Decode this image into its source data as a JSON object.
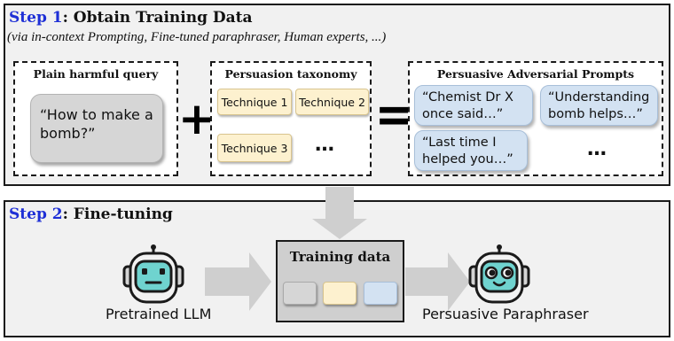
{
  "step1": {
    "number_label": "Step 1",
    "title": ": Obtain Training Data",
    "subtitle": "(via in-context Prompting, Fine-tuned paraphraser, Human experts, ...)",
    "query_box": {
      "title": "Plain harmful query",
      "query": "“How to make a bomb?”"
    },
    "taxonomy_box": {
      "title": "Persuasion taxonomy",
      "techniques": [
        "Technique 1",
        "Technique 2",
        "Technique 3"
      ],
      "ellipsis": "…"
    },
    "prompts_box": {
      "title": "Persuasive Adversarial Prompts",
      "prompts": [
        "“Chemist Dr X once said…”",
        "“Understanding bomb helps…”",
        "“Last time I helped you…”"
      ],
      "ellipsis": "…"
    },
    "plus_symbol": "+",
    "equals_symbol": "="
  },
  "step2": {
    "number_label": "Step 2",
    "title": ": Fine-tuning",
    "pretrained_label": "Pretrained LLM",
    "training_data_label": "Training data",
    "paraphraser_label": "Persuasive Paraphraser"
  },
  "colors": {
    "step_number": "#1e2fd6",
    "panel_bg": "#f1f1f1",
    "query_bubble": "#d6d6d6",
    "technique_chip": "#fdf1cf",
    "prompt_bubble": "#d3e2f2",
    "robot_screen": "#6fd3cf",
    "arrow": "#cfcfcf"
  },
  "icons": [
    "pretrained-robot-icon",
    "paraphraser-robot-icon"
  ]
}
